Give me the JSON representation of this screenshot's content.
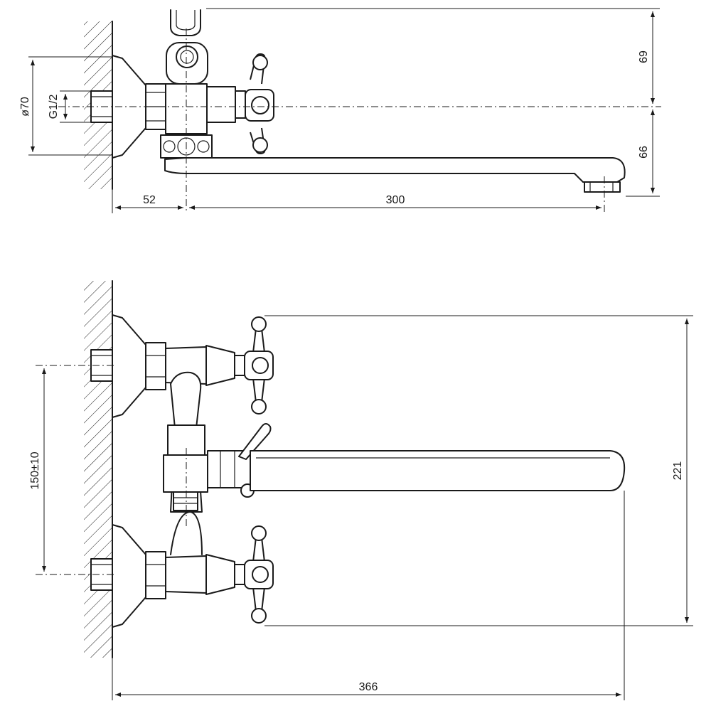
{
  "drawing": {
    "line_color": "#1a1a1a",
    "background": "#ffffff",
    "top_view": {
      "dim_body_diameter": "ø70",
      "dim_thread": "G1/2",
      "dim_wall_offset": "52",
      "dim_spout_length": "300",
      "dim_height_above": "69",
      "dim_height_below": "66"
    },
    "front_view": {
      "dim_inlet_spacing": "150±10",
      "dim_total_height": "221",
      "dim_total_length": "366"
    }
  }
}
